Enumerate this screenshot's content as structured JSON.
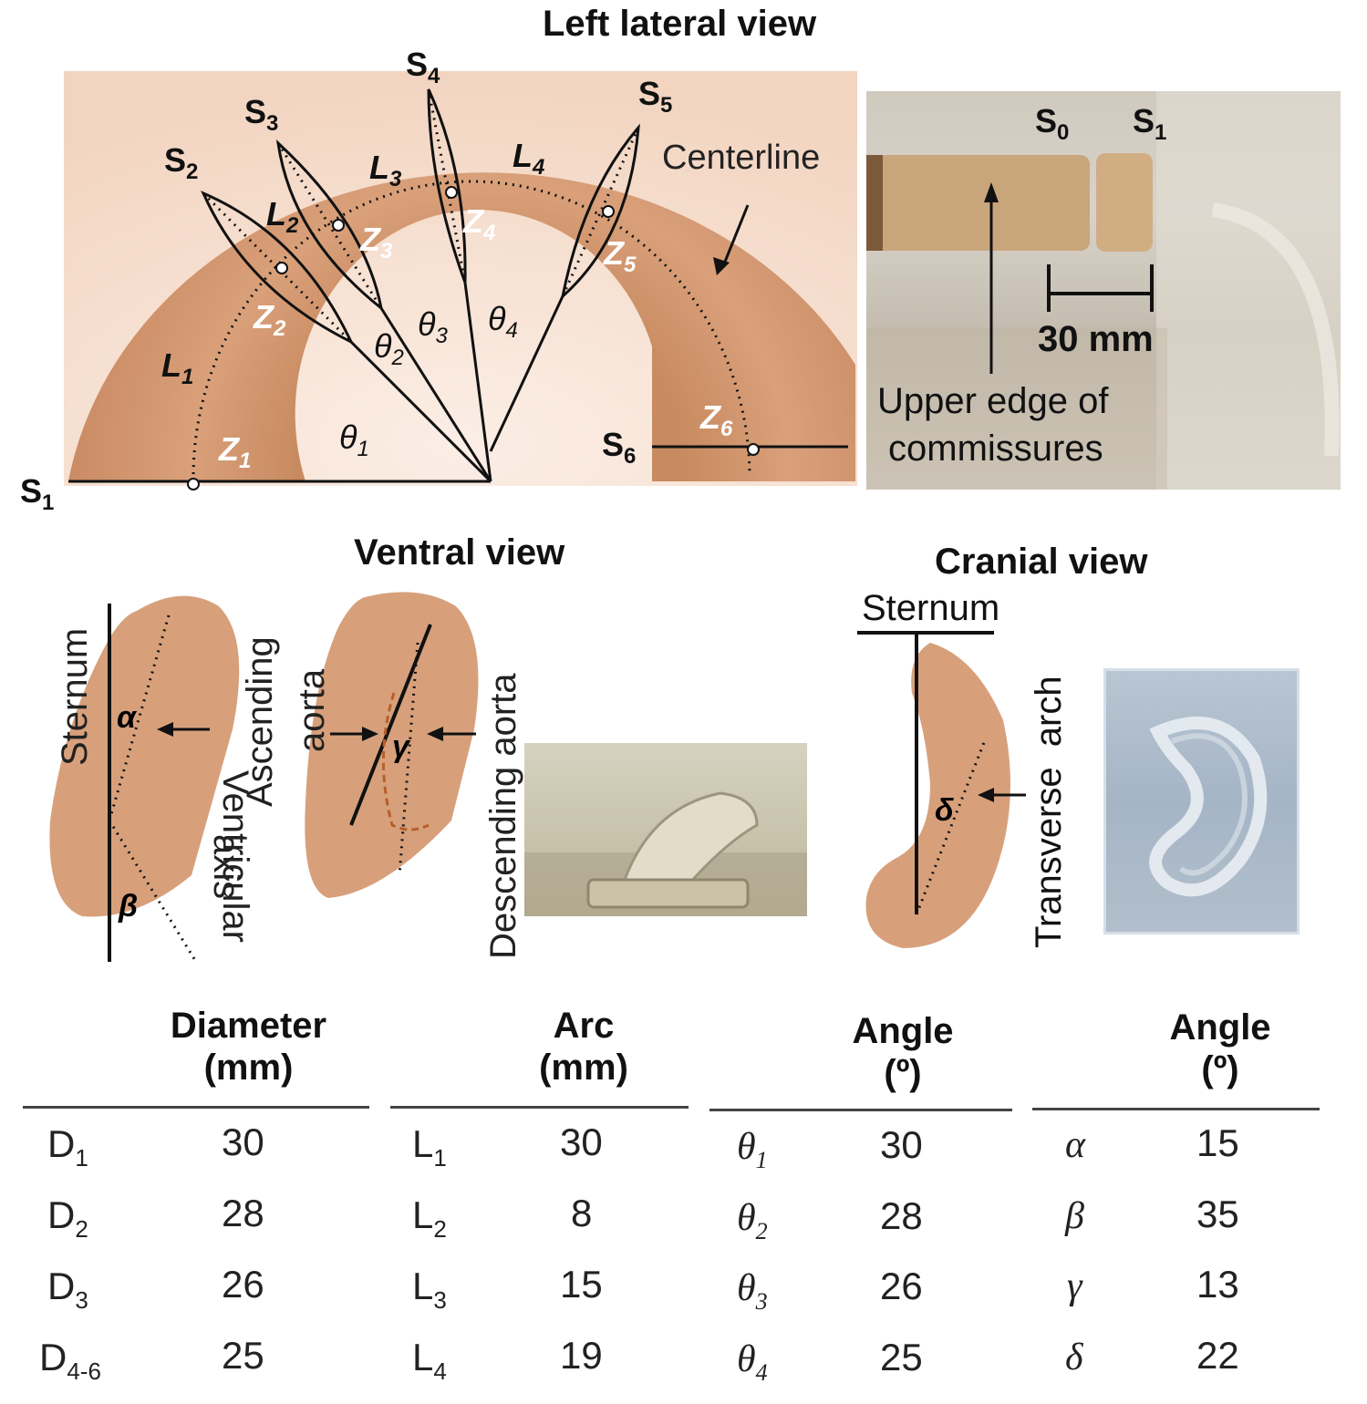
{
  "lateral": {
    "title": "Left lateral view",
    "centerline_label": "Centerline",
    "sections": [
      "S1",
      "S2",
      "S3",
      "S4",
      "S5",
      "S6"
    ],
    "arcs": [
      "L1",
      "L2",
      "L3",
      "L4"
    ],
    "points": [
      "Z1",
      "Z2",
      "Z3",
      "Z4",
      "Z5",
      "Z6"
    ],
    "angles": [
      "θ1",
      "θ2",
      "θ3",
      "θ4"
    ]
  },
  "photo_top": {
    "s0": "S0",
    "s1": "S1",
    "scale": "30 mm",
    "caption_line1": "Upper edge of",
    "caption_line2": "commissures"
  },
  "ventral": {
    "title": "Ventral view",
    "sternum": "Sternum",
    "ascending_line1": "Ascending",
    "ascending_line2": "aorta",
    "descending": "Descending aorta",
    "ventricular_line1": "Ventricular",
    "ventricular_line2": "axis",
    "alpha": "α",
    "beta": "β",
    "gamma": "γ"
  },
  "cranial": {
    "title": "Cranial view",
    "sternum": "Sternum",
    "transverse": "Transverse  arch",
    "delta": "δ"
  },
  "table": {
    "groups": [
      {
        "header_line1": "Diameter",
        "header_line2": "(mm)",
        "rows": [
          {
            "sym": "D",
            "sub": "1",
            "value": "30"
          },
          {
            "sym": "D",
            "sub": "2",
            "value": "28"
          },
          {
            "sym": "D",
            "sub": "3",
            "value": "26"
          },
          {
            "sym": "D",
            "sub": "4-6",
            "value": "25"
          }
        ]
      },
      {
        "header_line1": "Arc",
        "header_line2": "(mm)",
        "rows": [
          {
            "sym": "L",
            "sub": "1",
            "value": "30"
          },
          {
            "sym": "L",
            "sub": "2",
            "value": "8"
          },
          {
            "sym": "L",
            "sub": "3",
            "value": "15"
          },
          {
            "sym": "L",
            "sub": "4",
            "value": "19"
          }
        ]
      },
      {
        "header_line1": "Angle",
        "header_line2": "(º)",
        "rows": [
          {
            "sym": "θ",
            "sub": "1",
            "value": "30"
          },
          {
            "sym": "θ",
            "sub": "2",
            "value": "28"
          },
          {
            "sym": "θ",
            "sub": "3",
            "value": "26"
          },
          {
            "sym": "θ",
            "sub": "4",
            "value": "25"
          }
        ]
      },
      {
        "header_line1": "Angle",
        "header_line2": "(º)",
        "rows": [
          {
            "sym": "α",
            "sub": "",
            "value": "15"
          },
          {
            "sym": "β",
            "sub": "",
            "value": "35"
          },
          {
            "sym": "γ",
            "sub": "",
            "value": "13"
          },
          {
            "sym": "δ",
            "sub": "",
            "value": "22"
          }
        ]
      }
    ]
  },
  "colors": {
    "tissue": "#d49a73",
    "tissue_light": "#f7e1d2",
    "line": "#111111",
    "point_label": "#ffffff"
  }
}
